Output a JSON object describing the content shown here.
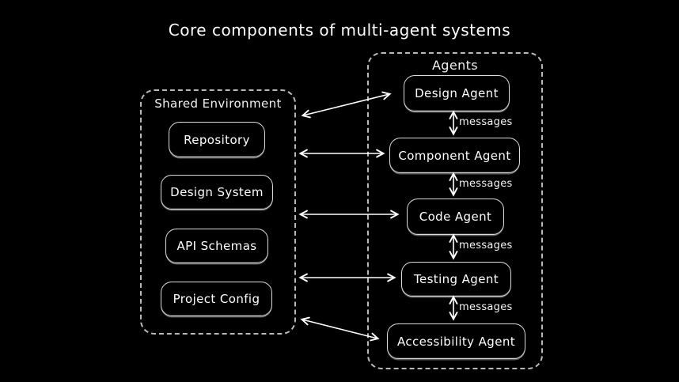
{
  "title": "Core components of multi-agent systems",
  "shared_environment": {
    "label": "Shared Environment",
    "items": [
      {
        "label": "Repository"
      },
      {
        "label": "Design System"
      },
      {
        "label": "API Schemas"
      },
      {
        "label": "Project Config"
      }
    ]
  },
  "agents": {
    "label": "Agents",
    "items": [
      {
        "label": "Design Agent"
      },
      {
        "label": "Component Agent"
      },
      {
        "label": "Code Agent"
      },
      {
        "label": "Testing Agent"
      },
      {
        "label": "Accessibility Agent"
      }
    ],
    "message_links": [
      {
        "from": "Design Agent",
        "to": "Component Agent",
        "label": "messages"
      },
      {
        "from": "Component Agent",
        "to": "Code Agent",
        "label": "messages"
      },
      {
        "from": "Code Agent",
        "to": "Testing Agent",
        "label": "messages"
      },
      {
        "from": "Testing Agent",
        "to": "Accessibility Agent",
        "label": "messages"
      }
    ]
  },
  "colors": {
    "background": "#000000",
    "text": "#ffffff",
    "node_border": "#dcdcdc",
    "group_border": "#b9b9b9",
    "arrow": "#ffffff"
  }
}
